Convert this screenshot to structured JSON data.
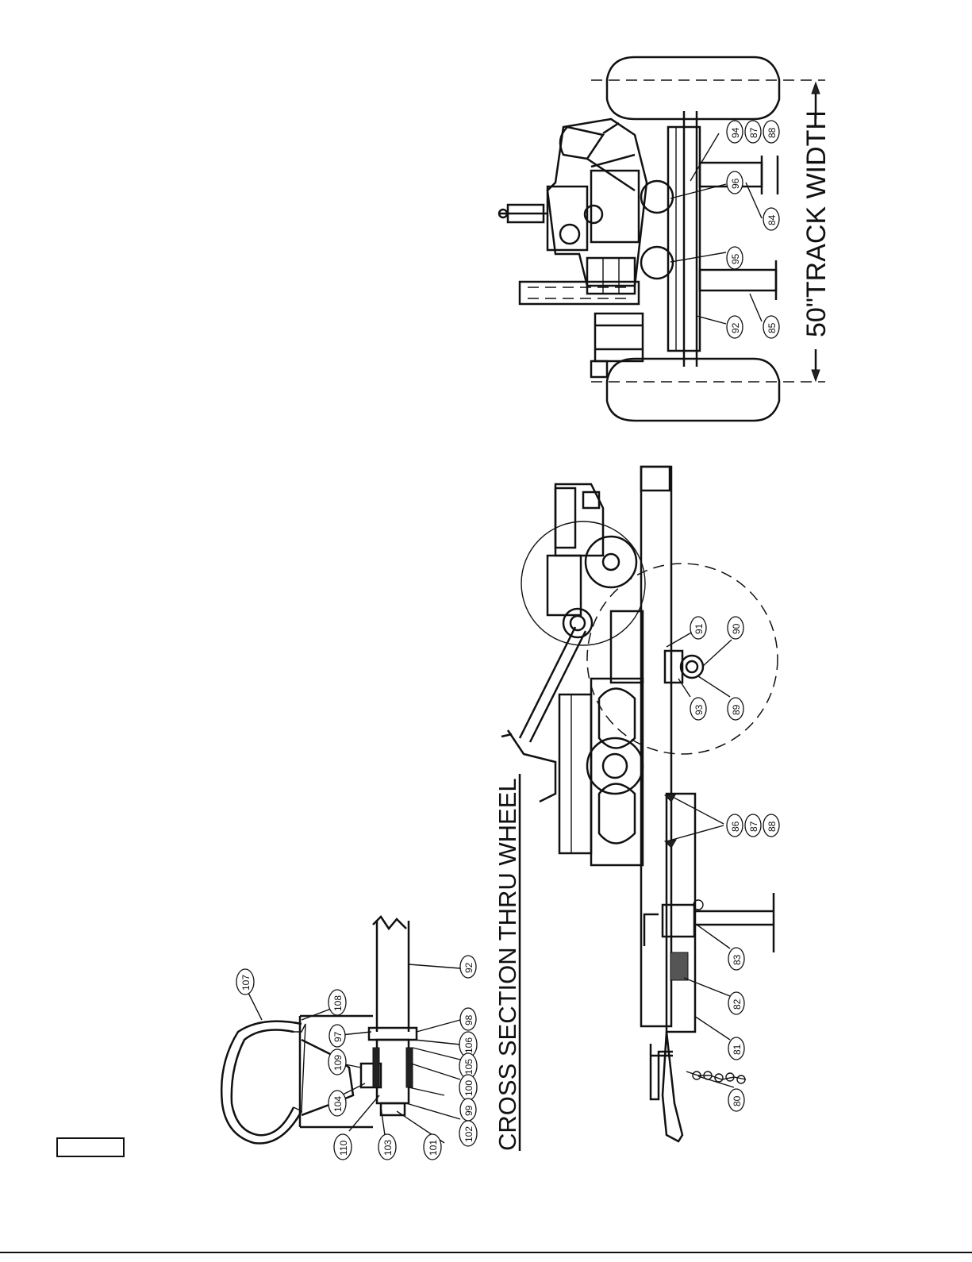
{
  "drawing": {
    "track_width_label": "50\"TRACK WIDTH",
    "section_title": "CROSS SECTION THRU WHEEL",
    "page_box_text": ""
  },
  "front_view": {
    "callouts": [
      "94",
      "87",
      "88",
      "96",
      "84",
      "95",
      "92",
      "85"
    ]
  },
  "side_view": {
    "callouts": [
      "91",
      "90",
      "93",
      "89",
      "86",
      "87",
      "88",
      "83",
      "82",
      "81",
      "80"
    ]
  },
  "wheel_section": {
    "callouts": [
      "107",
      "108",
      "92",
      "97",
      "98",
      "109",
      "106",
      "105",
      "104",
      "100",
      "99",
      "102",
      "101",
      "110",
      "103"
    ]
  }
}
